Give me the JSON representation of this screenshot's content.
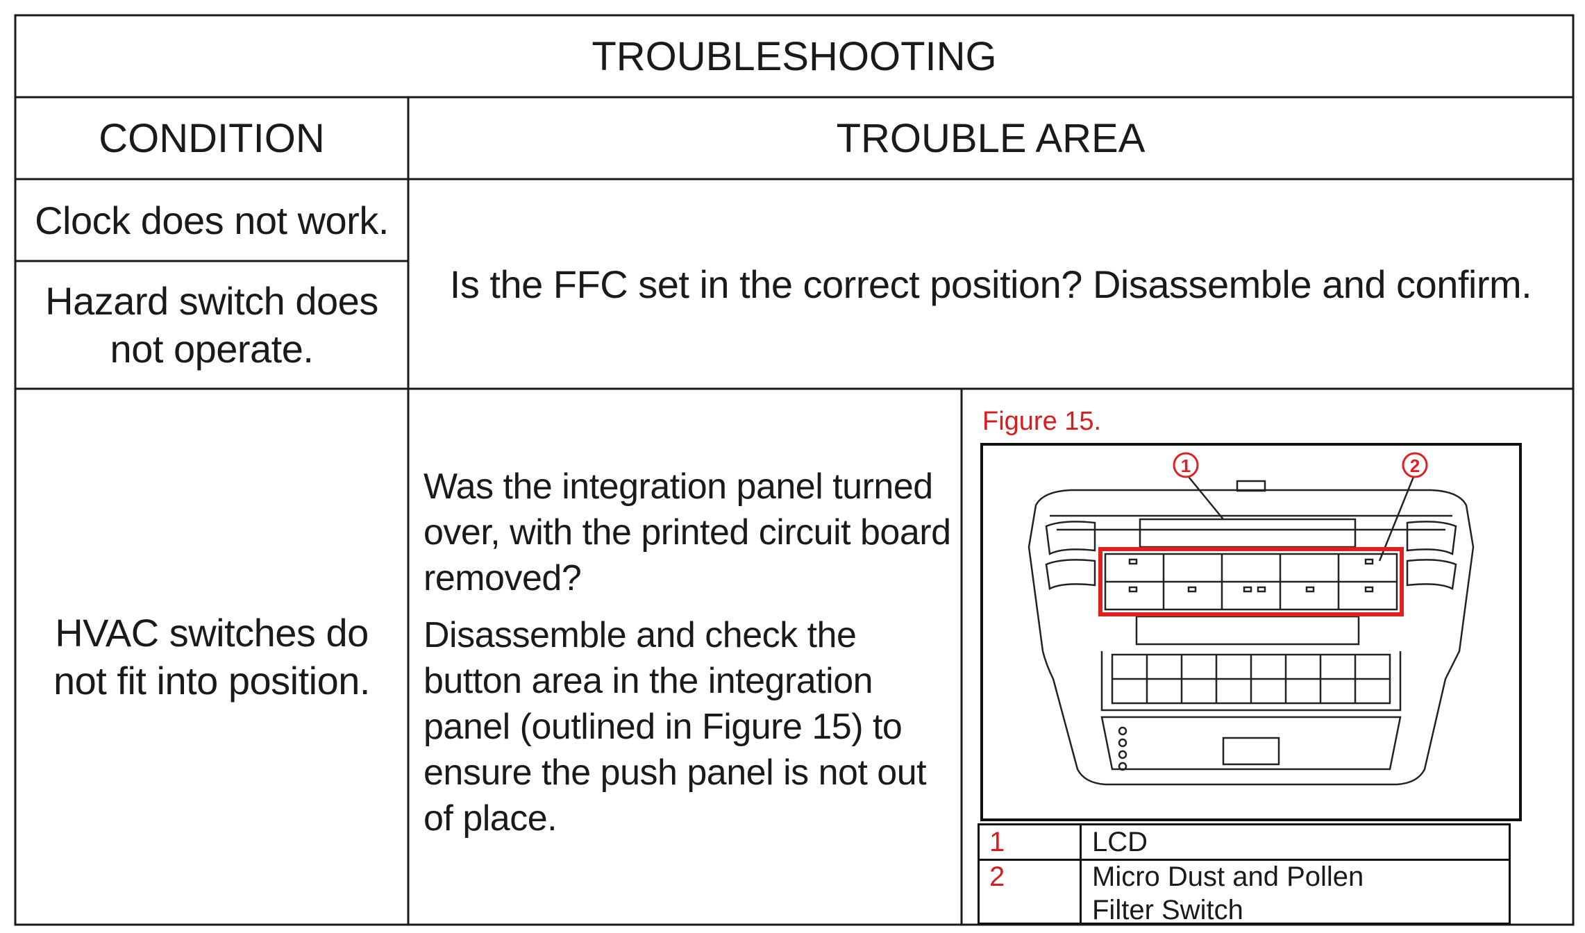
{
  "table": {
    "title": "TROUBLESHOOTING",
    "header_condition": "CONDITION",
    "header_trouble_area": "TROUBLE AREA",
    "rows": [
      {
        "condition": "Clock does not work."
      },
      {
        "condition": "Hazard switch does not operate."
      }
    ],
    "shared_trouble_area": "Is the FFC set in the correct position? Disassemble and confirm.",
    "hvac": {
      "condition": "HVAC switches do not fit into position.",
      "para1": "Was the integration panel turned over, with the printed circuit board removed?",
      "para2": "Disassemble and check the button area in the integration panel (outlined in Figure 15) to ensure the push panel is not out of place."
    }
  },
  "figure": {
    "label": "Figure 15.",
    "callout_1": "1",
    "callout_2": "2",
    "highlight_color": "#e02020",
    "legend": [
      {
        "num": "1",
        "text": "LCD"
      },
      {
        "num": "2",
        "text": "Micro Dust and Pollen Filter Switch"
      }
    ]
  }
}
